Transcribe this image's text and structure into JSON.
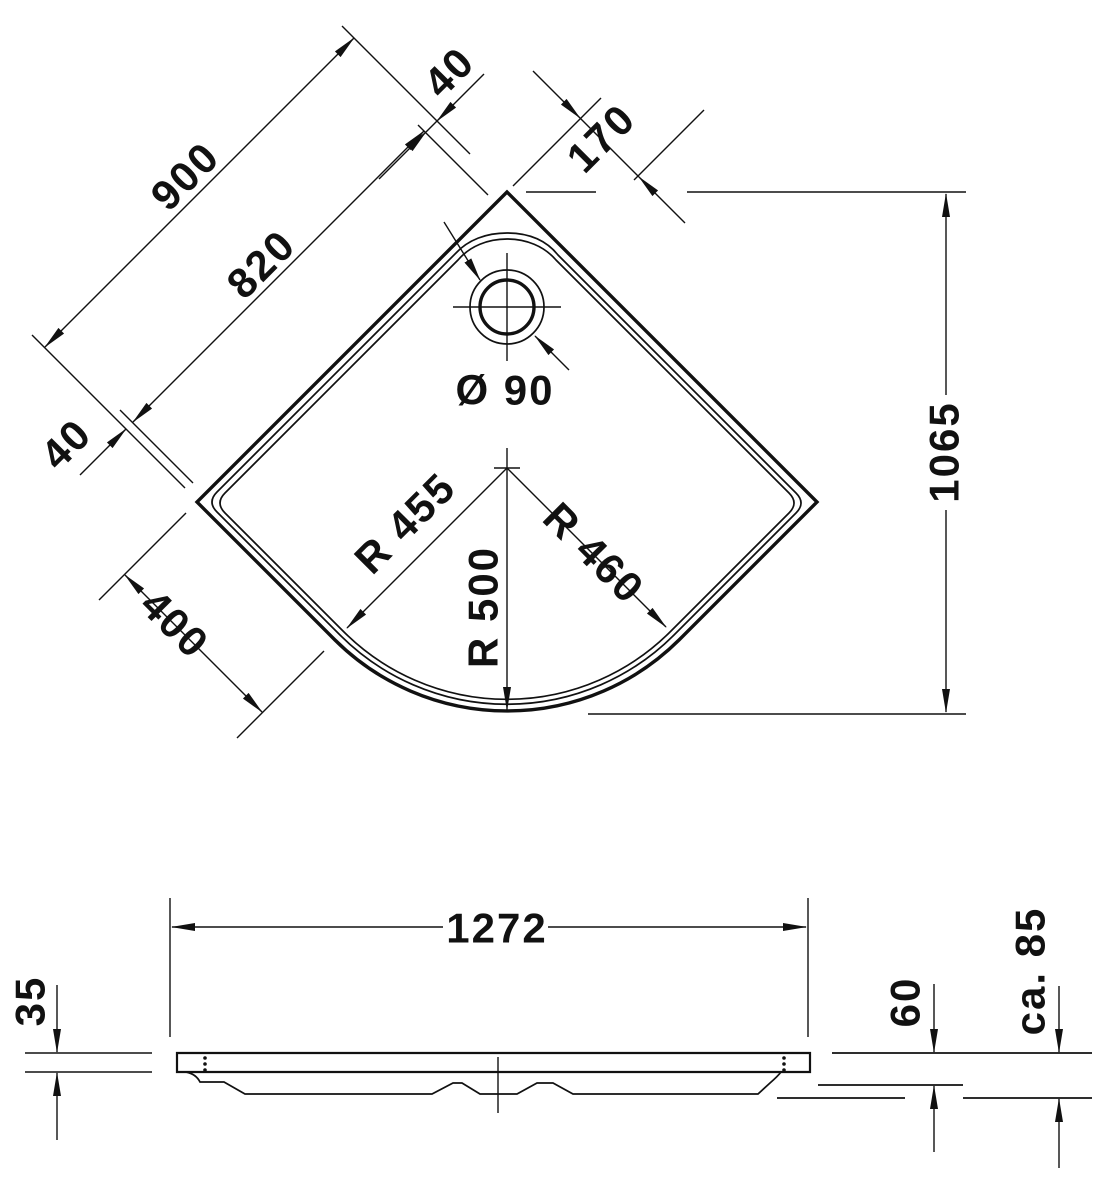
{
  "drawing": {
    "background": "#ffffff",
    "line_color": "#111111",
    "plan_view": {
      "dims": {
        "outer_edge": "900",
        "inner_edge": "820",
        "rim_width_top": "40",
        "rim_width_left": "40",
        "drain_offset": "170",
        "straight_edge": "400",
        "drain_diameter": "Ø 90",
        "radius_inner": "R 455",
        "radius_mid": "R 460",
        "radius_outer": "R 500",
        "overall_height": "1065"
      }
    },
    "side_view": {
      "dims": {
        "overall_width": "1272",
        "rim_thickness": "35",
        "body_height": "60",
        "total_height_approx": "ca. 85"
      }
    }
  }
}
